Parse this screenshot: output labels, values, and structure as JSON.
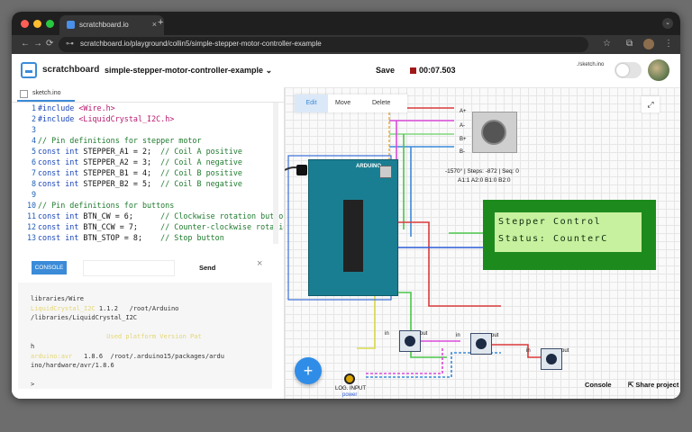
{
  "browser": {
    "tab_title": "scratchboard.io",
    "tab_close": "×",
    "new_tab": "+",
    "url": "scratchboard.io/playground/collin5/simple-stepper-motor-controller-example",
    "nav_back": "←",
    "nav_forward": "→",
    "nav_reload": "⟳",
    "url_tune": "⊶",
    "action_star": "☆",
    "action_ext": "⧉",
    "action_menu": "⋮",
    "tab_menu": "⌄"
  },
  "app": {
    "logo_text": "scratchboard",
    "project_name": "simple-stepper-motor-controller-example",
    "project_chevron": "⌄",
    "save_label": "Save",
    "timer": "00:07.503",
    "sketch_label": "./sketch.ino",
    "record_color": "#a01818"
  },
  "editor": {
    "file_name": "sketch.ino",
    "lines": [
      {
        "n": "1",
        "parts": [
          {
            "c": "inc",
            "t": "#include "
          },
          {
            "c": "str",
            "t": "<Wire.h>"
          }
        ]
      },
      {
        "n": "2",
        "parts": [
          {
            "c": "inc",
            "t": "#include "
          },
          {
            "c": "str",
            "t": "<LiquidCrystal_I2C.h>"
          }
        ]
      },
      {
        "n": "3",
        "parts": []
      },
      {
        "n": "4",
        "parts": [
          {
            "c": "cm",
            "t": "// Pin definitions for stepper motor"
          }
        ]
      },
      {
        "n": "5",
        "parts": [
          {
            "c": "kw",
            "t": "const int"
          },
          {
            "c": "num",
            "t": " STEPPER_A1 = 2;  "
          },
          {
            "c": "cm",
            "t": "// Coil A positive"
          }
        ]
      },
      {
        "n": "6",
        "parts": [
          {
            "c": "kw",
            "t": "const int"
          },
          {
            "c": "num",
            "t": " STEPPER_A2 = 3;  "
          },
          {
            "c": "cm",
            "t": "// Coil A negative"
          }
        ]
      },
      {
        "n": "7",
        "parts": [
          {
            "c": "kw",
            "t": "const int"
          },
          {
            "c": "num",
            "t": " STEPPER_B1 = 4;  "
          },
          {
            "c": "cm",
            "t": "// Coil B positive"
          }
        ]
      },
      {
        "n": "8",
        "parts": [
          {
            "c": "kw",
            "t": "const int"
          },
          {
            "c": "num",
            "t": " STEPPER_B2 = 5;  "
          },
          {
            "c": "cm",
            "t": "// Coil B negative"
          }
        ]
      },
      {
        "n": "9",
        "parts": []
      },
      {
        "n": "10",
        "parts": [
          {
            "c": "cm",
            "t": "// Pin definitions for buttons"
          }
        ]
      },
      {
        "n": "11",
        "parts": [
          {
            "c": "kw",
            "t": "const int"
          },
          {
            "c": "num",
            "t": " BTN_CW = 6;      "
          },
          {
            "c": "cm",
            "t": "// Clockwise rotation button"
          }
        ]
      },
      {
        "n": "12",
        "parts": [
          {
            "c": "kw",
            "t": "const int"
          },
          {
            "c": "num",
            "t": " BTN_CCW = 7;     "
          },
          {
            "c": "cm",
            "t": "// Counter-clockwise rotation bu"
          }
        ]
      },
      {
        "n": "13",
        "parts": [
          {
            "c": "kw",
            "t": "const int"
          },
          {
            "c": "num",
            "t": " BTN_STOP = 8;    "
          },
          {
            "c": "cm",
            "t": "// Stop button"
          }
        ]
      }
    ]
  },
  "console": {
    "label": "CONSOLE",
    "send_label": "Send",
    "close": "×",
    "lines": [
      {
        "parts": [
          {
            "c": "",
            "t": "libraries/Wire"
          }
        ]
      },
      {
        "parts": [
          {
            "c": "yel",
            "t": "LiquidCrystal_I2C"
          },
          {
            "c": "",
            "t": " 1.1.2   /root/Arduino"
          }
        ]
      },
      {
        "parts": [
          {
            "c": "",
            "t": "/libraries/LiquidCrystal_I2C"
          }
        ]
      },
      {
        "parts": []
      },
      {
        "parts": [
          {
            "c": "yel",
            "t": "                    Used platform Version Pat"
          }
        ]
      },
      {
        "parts": [
          {
            "c": "",
            "t": "h"
          }
        ]
      },
      {
        "parts": [
          {
            "c": "yel",
            "t": "arduino:avr"
          },
          {
            "c": "",
            "t": "   1.8.6  /root/.arduino15/packages/ardu"
          }
        ]
      },
      {
        "parts": [
          {
            "c": "",
            "t": "ino/hardware/avr/1.8.6"
          }
        ]
      },
      {
        "parts": []
      },
      {
        "parts": [
          {
            "c": "",
            "t": ">"
          }
        ]
      }
    ]
  },
  "canvas": {
    "tools": {
      "edit": "Edit",
      "move": "Move",
      "delete": "Delete"
    },
    "motor_status": "-1570° | Steps: -872 | Seq: 0",
    "motor_pins": "A1:1 A2:0 B1:0 B2:0",
    "motor_labels": [
      "A+",
      "A-",
      "B+",
      "B-"
    ],
    "lcd_line1": "Stepper Control",
    "lcd_line2": "Status: CounterC",
    "arduino_label": "ARDUINO",
    "button_in": "in",
    "button_out": "out",
    "logic_label": "LOG. INPUT",
    "logic_sub": "power",
    "bottom_console": "Console",
    "bottom_share": "Share project",
    "add_label": "+"
  }
}
